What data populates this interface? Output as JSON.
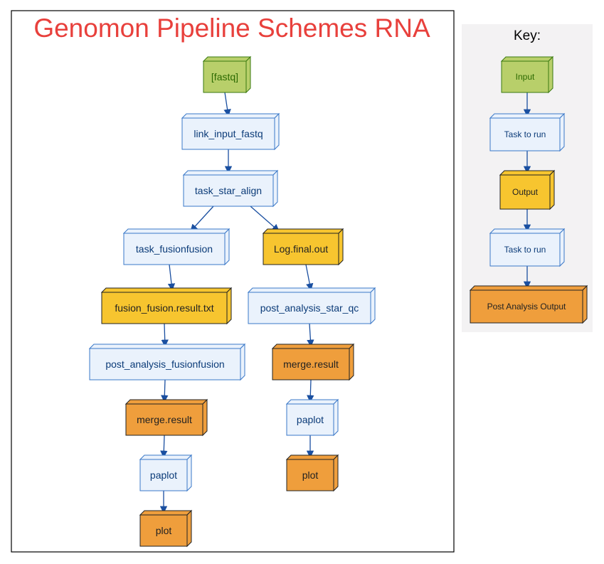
{
  "title": "Genomon Pipeline Schemes RNA",
  "key": {
    "title": "Key:",
    "items": [
      {
        "label": "Input",
        "kind": "input"
      },
      {
        "label": "Task to run",
        "kind": "task"
      },
      {
        "label": "Output",
        "kind": "output"
      },
      {
        "label": "Task to run",
        "kind": "task"
      },
      {
        "label": "Post Analysis Output",
        "kind": "post"
      }
    ]
  },
  "nodes": [
    {
      "id": "fastq",
      "label": "[fastq]",
      "kind": "input"
    },
    {
      "id": "link_input_fastq",
      "label": "link_input_fastq",
      "kind": "task"
    },
    {
      "id": "task_star_align",
      "label": "task_star_align",
      "kind": "task"
    },
    {
      "id": "task_fusionfusion",
      "label": "task_fusionfusion",
      "kind": "task"
    },
    {
      "id": "log_final_out",
      "label": "Log.final.out",
      "kind": "output"
    },
    {
      "id": "fusion_result",
      "label": "fusion_fusion.result.txt",
      "kind": "output"
    },
    {
      "id": "post_analysis_star_qc",
      "label": "post_analysis_star_qc",
      "kind": "task"
    },
    {
      "id": "post_analysis_fusionfusion",
      "label": "post_analysis_fusionfusion",
      "kind": "task"
    },
    {
      "id": "merge_result_right",
      "label": "merge.result",
      "kind": "post"
    },
    {
      "id": "merge_result_left",
      "label": "merge.result",
      "kind": "post"
    },
    {
      "id": "paplot_right",
      "label": "paplot",
      "kind": "task"
    },
    {
      "id": "paplot_left",
      "label": "paplot",
      "kind": "task"
    },
    {
      "id": "plot_right",
      "label": "plot",
      "kind": "post"
    },
    {
      "id": "plot_left",
      "label": "plot",
      "kind": "post"
    }
  ],
  "edges": [
    [
      "fastq",
      "link_input_fastq"
    ],
    [
      "link_input_fastq",
      "task_star_align"
    ],
    [
      "task_star_align",
      "task_fusionfusion"
    ],
    [
      "task_star_align",
      "log_final_out"
    ],
    [
      "task_fusionfusion",
      "fusion_result"
    ],
    [
      "fusion_result",
      "post_analysis_fusionfusion"
    ],
    [
      "post_analysis_fusionfusion",
      "merge_result_left"
    ],
    [
      "merge_result_left",
      "paplot_left"
    ],
    [
      "paplot_left",
      "plot_left"
    ],
    [
      "log_final_out",
      "post_analysis_star_qc"
    ],
    [
      "post_analysis_star_qc",
      "merge_result_right"
    ],
    [
      "merge_result_right",
      "paplot_right"
    ],
    [
      "paplot_right",
      "plot_right"
    ]
  ],
  "colors": {
    "title": "#e8403c",
    "edge": "#1a4fa0",
    "input": {
      "fill": "#b8cf6a",
      "stroke": "#3a7a10",
      "text": "#2c6a00"
    },
    "task": {
      "fill": "#eaf2fc",
      "stroke": "#3a78c8",
      "text": "#0b3b78"
    },
    "output": {
      "fill": "#f7c52f",
      "stroke": "#222222",
      "text": "#222222"
    },
    "post": {
      "fill": "#ef9e3c",
      "stroke": "#222222",
      "text": "#222222"
    },
    "key_background": "#f3f2f3"
  }
}
